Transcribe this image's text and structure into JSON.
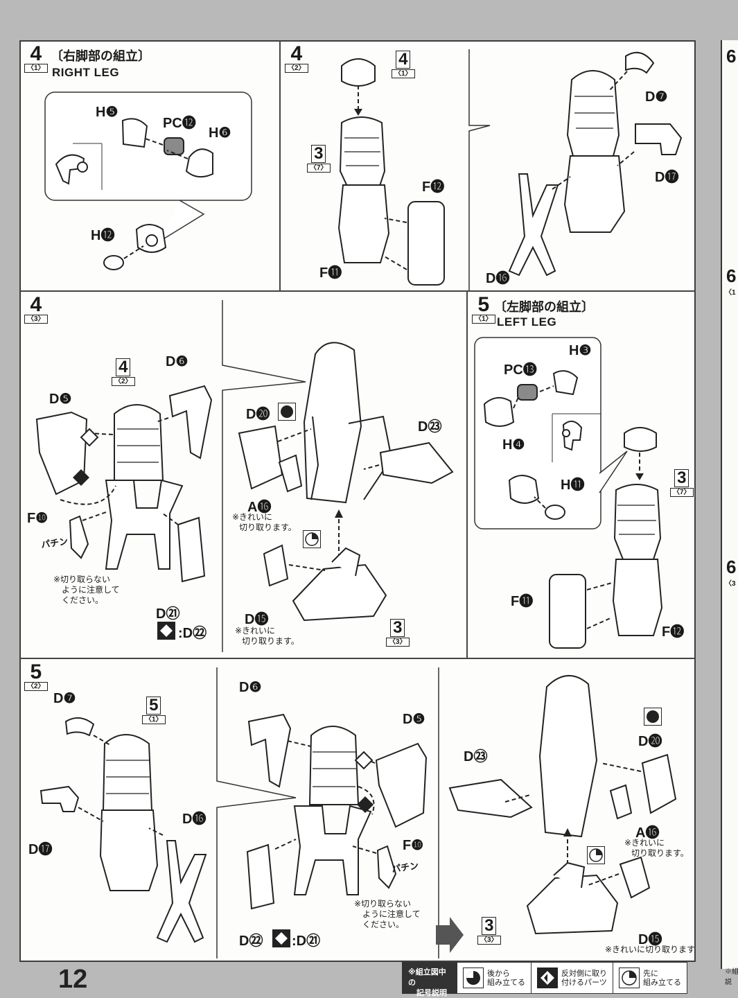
{
  "page_number": "12",
  "steps": {
    "s4_1": {
      "num": "4",
      "sub": "〈1〉",
      "title_jp": "〔右脚部の組立〕",
      "title_en": "RIGHT LEG",
      "labels": [
        "H❺",
        "PC⓬",
        "H❻",
        "H⓬"
      ]
    },
    "s4_2": {
      "num": "4",
      "sub": "〈2〉",
      "ref_a_num": "4",
      "ref_a_sub": "〈1〉",
      "ref_b_num": "3",
      "ref_b_sub": "〈7〉",
      "labels": [
        "F⓬",
        "F⓫",
        "D❼",
        "D⓱",
        "D⓰"
      ]
    },
    "s4_3": {
      "num": "4",
      "sub": "〈3〉",
      "ref_a_num": "4",
      "ref_a_sub": "〈2〉",
      "ref_b_num": "3",
      "ref_b_sub": "〈3〉",
      "labels": [
        "D❻",
        "D❺",
        "F❿",
        "D㉑",
        ":D㉒",
        "D⓴",
        "D㉓",
        "A⓰",
        "D⓯"
      ],
      "sfx": "パチン",
      "note_a": [
        "※切り取らない",
        "ように注意して",
        "ください。"
      ],
      "note_b": [
        "※きれいに",
        "切り取ります。"
      ],
      "note_c": [
        "※きれいに",
        "切り取ります。"
      ]
    },
    "s5_1": {
      "num": "5",
      "sub": "〈1〉",
      "title_jp": "〔左脚部の組立〕",
      "title_en": "LEFT LEG",
      "ref_b_num": "3",
      "ref_b_sub": "〈7〉",
      "labels": [
        "H❸",
        "PC⓭",
        "H❹",
        "H⓫",
        "F⓫",
        "F⓬"
      ]
    },
    "s5_2": {
      "num": "5",
      "sub": "〈2〉",
      "ref_a_num": "5",
      "ref_a_sub": "〈1〉",
      "ref_b_num": "3",
      "ref_b_sub": "〈3〉",
      "labels": [
        "D❼",
        "D⓱",
        "D⓰",
        "D❻",
        "D❺",
        "F❿",
        "D㉒",
        ":D㉑",
        "D㉓",
        "D⓴",
        "A⓰",
        "D⓯"
      ],
      "sfx": "パチン",
      "note_a": [
        "※切り取らない",
        "ように注意して",
        "ください。"
      ],
      "note_b": [
        "※きれいに",
        "切り取ります。"
      ],
      "note_c": "※きれいに切り取ります。"
    }
  },
  "side_steps": [
    {
      "num": "6",
      "sub": ""
    },
    {
      "num": "6",
      "sub": "〈1"
    },
    {
      "num": "6",
      "sub": "〈3"
    }
  ],
  "side_text": "※組\n説",
  "legend": {
    "title_1": "※組立図中の",
    "title_2": "記号説明",
    "items": [
      {
        "icon": "assemble-later-icon",
        "line1": "後から",
        "line2": "組み立てる"
      },
      {
        "icon": "opposite-side-icon",
        "line1": "反対側に取り",
        "line2": "付けるパーツ"
      },
      {
        "icon": "assemble-first-icon",
        "line1": "先に",
        "line2": "組み立てる"
      }
    ]
  },
  "colors": {
    "ink": "#1a1a1a",
    "paper": "#fdfdfb",
    "scan_bg": "#b9b9b9",
    "part_gray": "#9a9a9a"
  }
}
